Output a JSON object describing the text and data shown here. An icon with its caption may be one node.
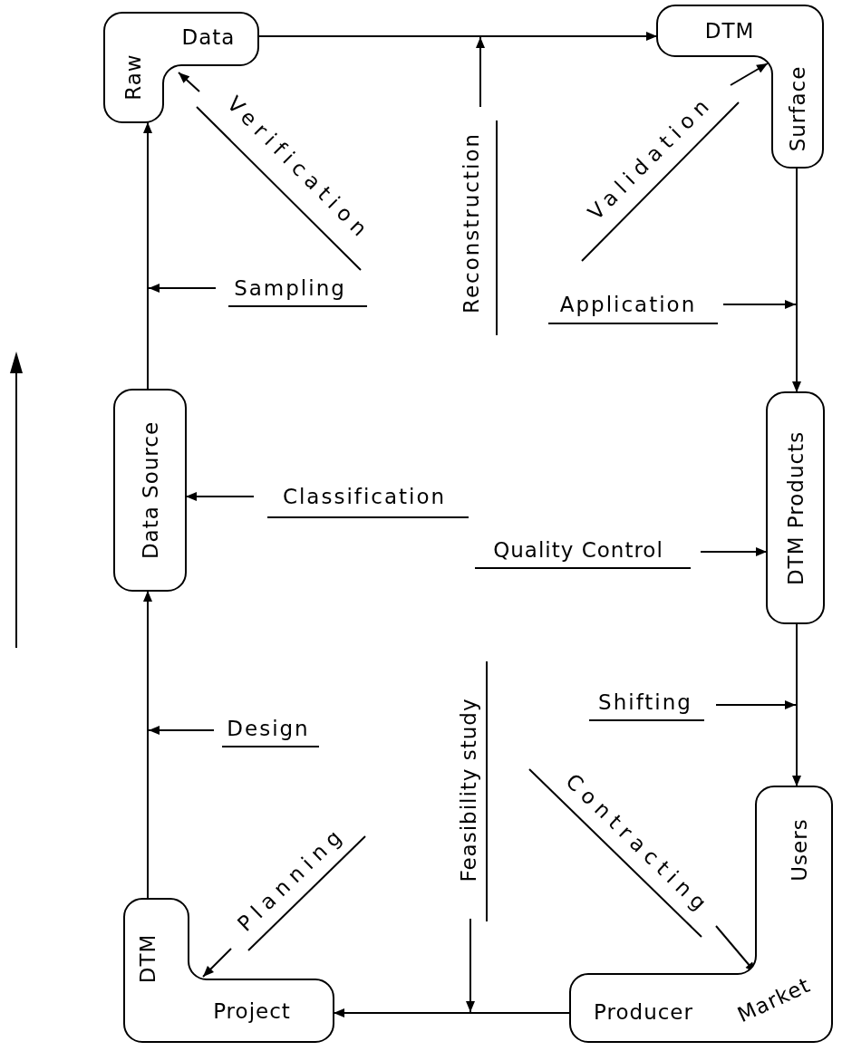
{
  "diagram": {
    "nodes": [
      {
        "text": [
          "Raw",
          "Data"
        ]
      },
      {
        "text": [
          "DTM",
          "Surface"
        ]
      },
      {
        "text": [
          "Verification"
        ]
      },
      {
        "text": [
          "Reconstruction"
        ]
      },
      {
        "text": [
          "Validation"
        ]
      },
      {
        "text": [
          "Sampling"
        ]
      },
      {
        "text": [
          "Application"
        ]
      },
      {
        "text": [
          "Data Source"
        ]
      },
      {
        "text": [
          "DTM Products"
        ]
      },
      {
        "text": [
          "Classification"
        ]
      },
      {
        "text": [
          "Quality Control"
        ]
      },
      {
        "text": [
          "Shifting"
        ]
      },
      {
        "text": [
          "Design"
        ]
      },
      {
        "text": [
          "Feasibility study"
        ]
      },
      {
        "text": [
          "Contracting"
        ]
      },
      {
        "text": [
          "Planning"
        ]
      },
      {
        "text": [
          "DTM",
          "Project"
        ]
      },
      {
        "text": [
          "Users",
          "Producer",
          "Market"
        ]
      }
    ],
    "edges": [
      {
        "from": 0,
        "to": 1,
        "arrow": "to"
      },
      {
        "from": 1,
        "to": 8,
        "arrow": "to"
      },
      {
        "from": 8,
        "to": 17,
        "arrow": "to"
      },
      {
        "from": 17,
        "to": 16,
        "arrow": "to"
      },
      {
        "from": 16,
        "to": 7,
        "arrow": "to"
      },
      {
        "from": 7,
        "to": 0,
        "arrow": "to"
      },
      {
        "from": 2,
        "to": 0,
        "arrow": "to"
      },
      {
        "from": 3,
        "to": null,
        "arrow": "to"
      },
      {
        "from": 4,
        "to": 1,
        "arrow": "to"
      },
      {
        "from": 5,
        "to": null,
        "arrow": "to"
      },
      {
        "from": 6,
        "to": null,
        "arrow": "to"
      },
      {
        "from": 9,
        "to": 7,
        "arrow": "to"
      },
      {
        "from": 10,
        "to": 8,
        "arrow": "to"
      },
      {
        "from": 11,
        "to": null,
        "arrow": "to"
      },
      {
        "from": 12,
        "to": null,
        "arrow": "to"
      },
      {
        "from": 13,
        "to": null,
        "arrow": "to"
      },
      {
        "from": 14,
        "to": 17,
        "arrow": "to"
      },
      {
        "from": 15,
        "to": 16,
        "arrow": "to"
      }
    ]
  }
}
